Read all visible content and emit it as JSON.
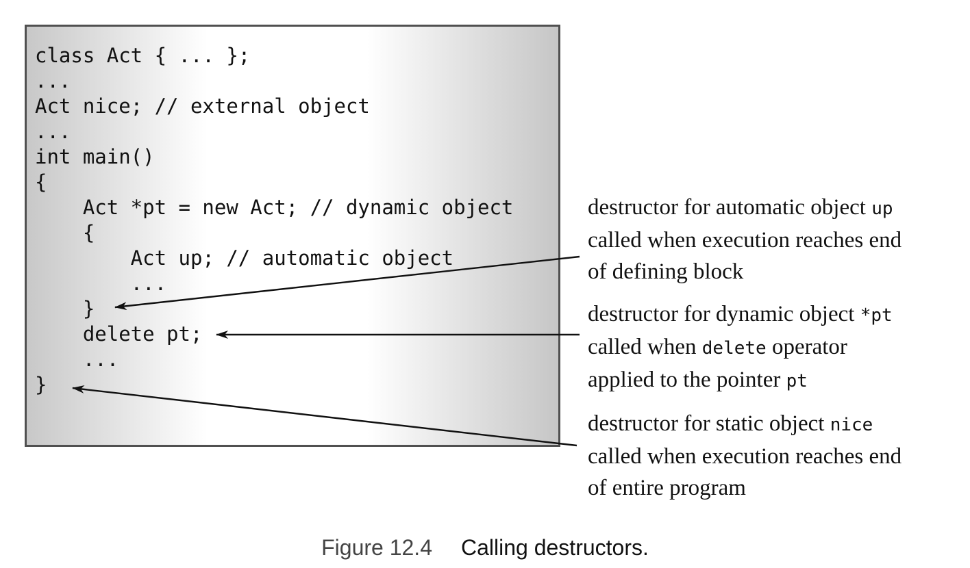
{
  "code": {
    "lines": [
      "class Act { ... };",
      "...",
      "Act nice; // external object",
      "...",
      "int main()",
      "{",
      "    Act *pt = new Act; // dynamic object",
      "    {",
      "        Act up; // automatic object",
      "        ...",
      "    }",
      "    delete pt;",
      "    ...",
      "}"
    ]
  },
  "annotations": {
    "automatic": {
      "l1_text": "destructor for automatic object ",
      "l1_code": "up",
      "l2_text": "called when execution reaches end",
      "l3_text": "of defining block"
    },
    "dynamic": {
      "l1_text": "destructor for dynamic object ",
      "l1_code": "*pt",
      "l2_text": "called when ",
      "l2_code": "delete",
      "l2_text_after": " operator",
      "l3_text": "applied to the pointer ",
      "l3_code": "pt"
    },
    "static": {
      "l1_text": "destructor for static object ",
      "l1_code": "nice",
      "l2_text": "called when execution reaches end",
      "l3_text": "of entire program"
    }
  },
  "caption": {
    "figure_number": "Figure 12.4",
    "title": "Calling destructors."
  }
}
